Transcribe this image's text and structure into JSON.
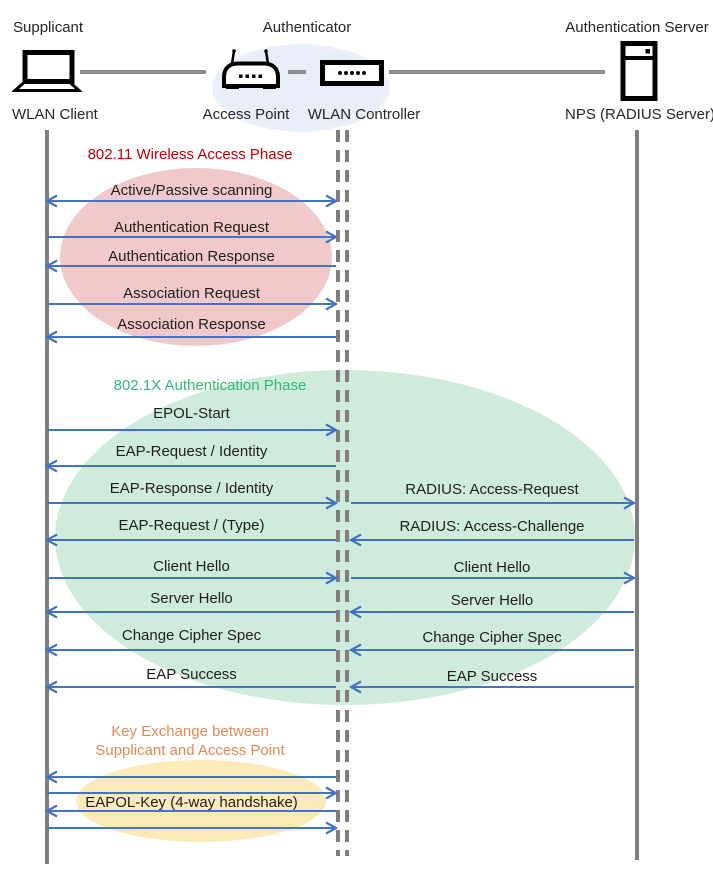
{
  "roles": {
    "supplicant": "Supplicant",
    "authenticator": "Authenticator",
    "auth_server": "Authentication Server"
  },
  "nodes": {
    "wlan_client": "WLAN Client",
    "access_point": "Access Point",
    "wlan_controller": "WLAN Controller",
    "nps": "NPS (RADIUS Server)"
  },
  "colors": {
    "arrow_blue": "#4472c4",
    "lifeline_gray": "#7f7f7f",
    "phase1_fill": "#f2c9ca",
    "phase1_title": "#c00000",
    "phase2_fill": "#ceebdc",
    "phase2_title": "#35b773",
    "phase3_fill": "#fdeab9",
    "phase3_title": "#e28a57",
    "authenticator_fill": "#e8edf8"
  },
  "phase1": {
    "title": "802.11 Wireless Access Phase",
    "messages": [
      {
        "label": "Active/Passive scanning",
        "direction": "both"
      },
      {
        "label": "Authentication Request",
        "direction": "right"
      },
      {
        "label": "Authentication Response",
        "direction": "left"
      },
      {
        "label": "Association Request",
        "direction": "right"
      },
      {
        "label": "Association Response",
        "direction": "left"
      }
    ]
  },
  "phase2": {
    "title": "802.1X Authentication Phase",
    "client_messages": [
      {
        "label": "EPOL-Start",
        "direction": "right"
      },
      {
        "label": "EAP-Request / Identity",
        "direction": "left"
      },
      {
        "label": "EAP-Response / Identity",
        "direction": "right"
      },
      {
        "label": "EAP-Request / (Type)",
        "direction": "left"
      },
      {
        "label": "Client Hello",
        "direction": "right"
      },
      {
        "label": "Server Hello",
        "direction": "left"
      },
      {
        "label": "Change Cipher Spec",
        "direction": "left"
      },
      {
        "label": "EAP Success",
        "direction": "left"
      }
    ],
    "server_messages": [
      {
        "label": "RADIUS: Access-Request",
        "direction": "right"
      },
      {
        "label": "RADIUS: Access-Challenge",
        "direction": "left"
      },
      {
        "label": "Client Hello",
        "direction": "right"
      },
      {
        "label": "Server Hello",
        "direction": "left"
      },
      {
        "label": "Change Cipher Spec",
        "direction": "left"
      },
      {
        "label": "EAP Success",
        "direction": "left"
      }
    ]
  },
  "phase3": {
    "title": "Key Exchange between Supplicant and Access Point",
    "label": "EAPOL-Key (4-way handshake)",
    "arrow_directions": [
      "left",
      "right",
      "left",
      "right"
    ]
  }
}
